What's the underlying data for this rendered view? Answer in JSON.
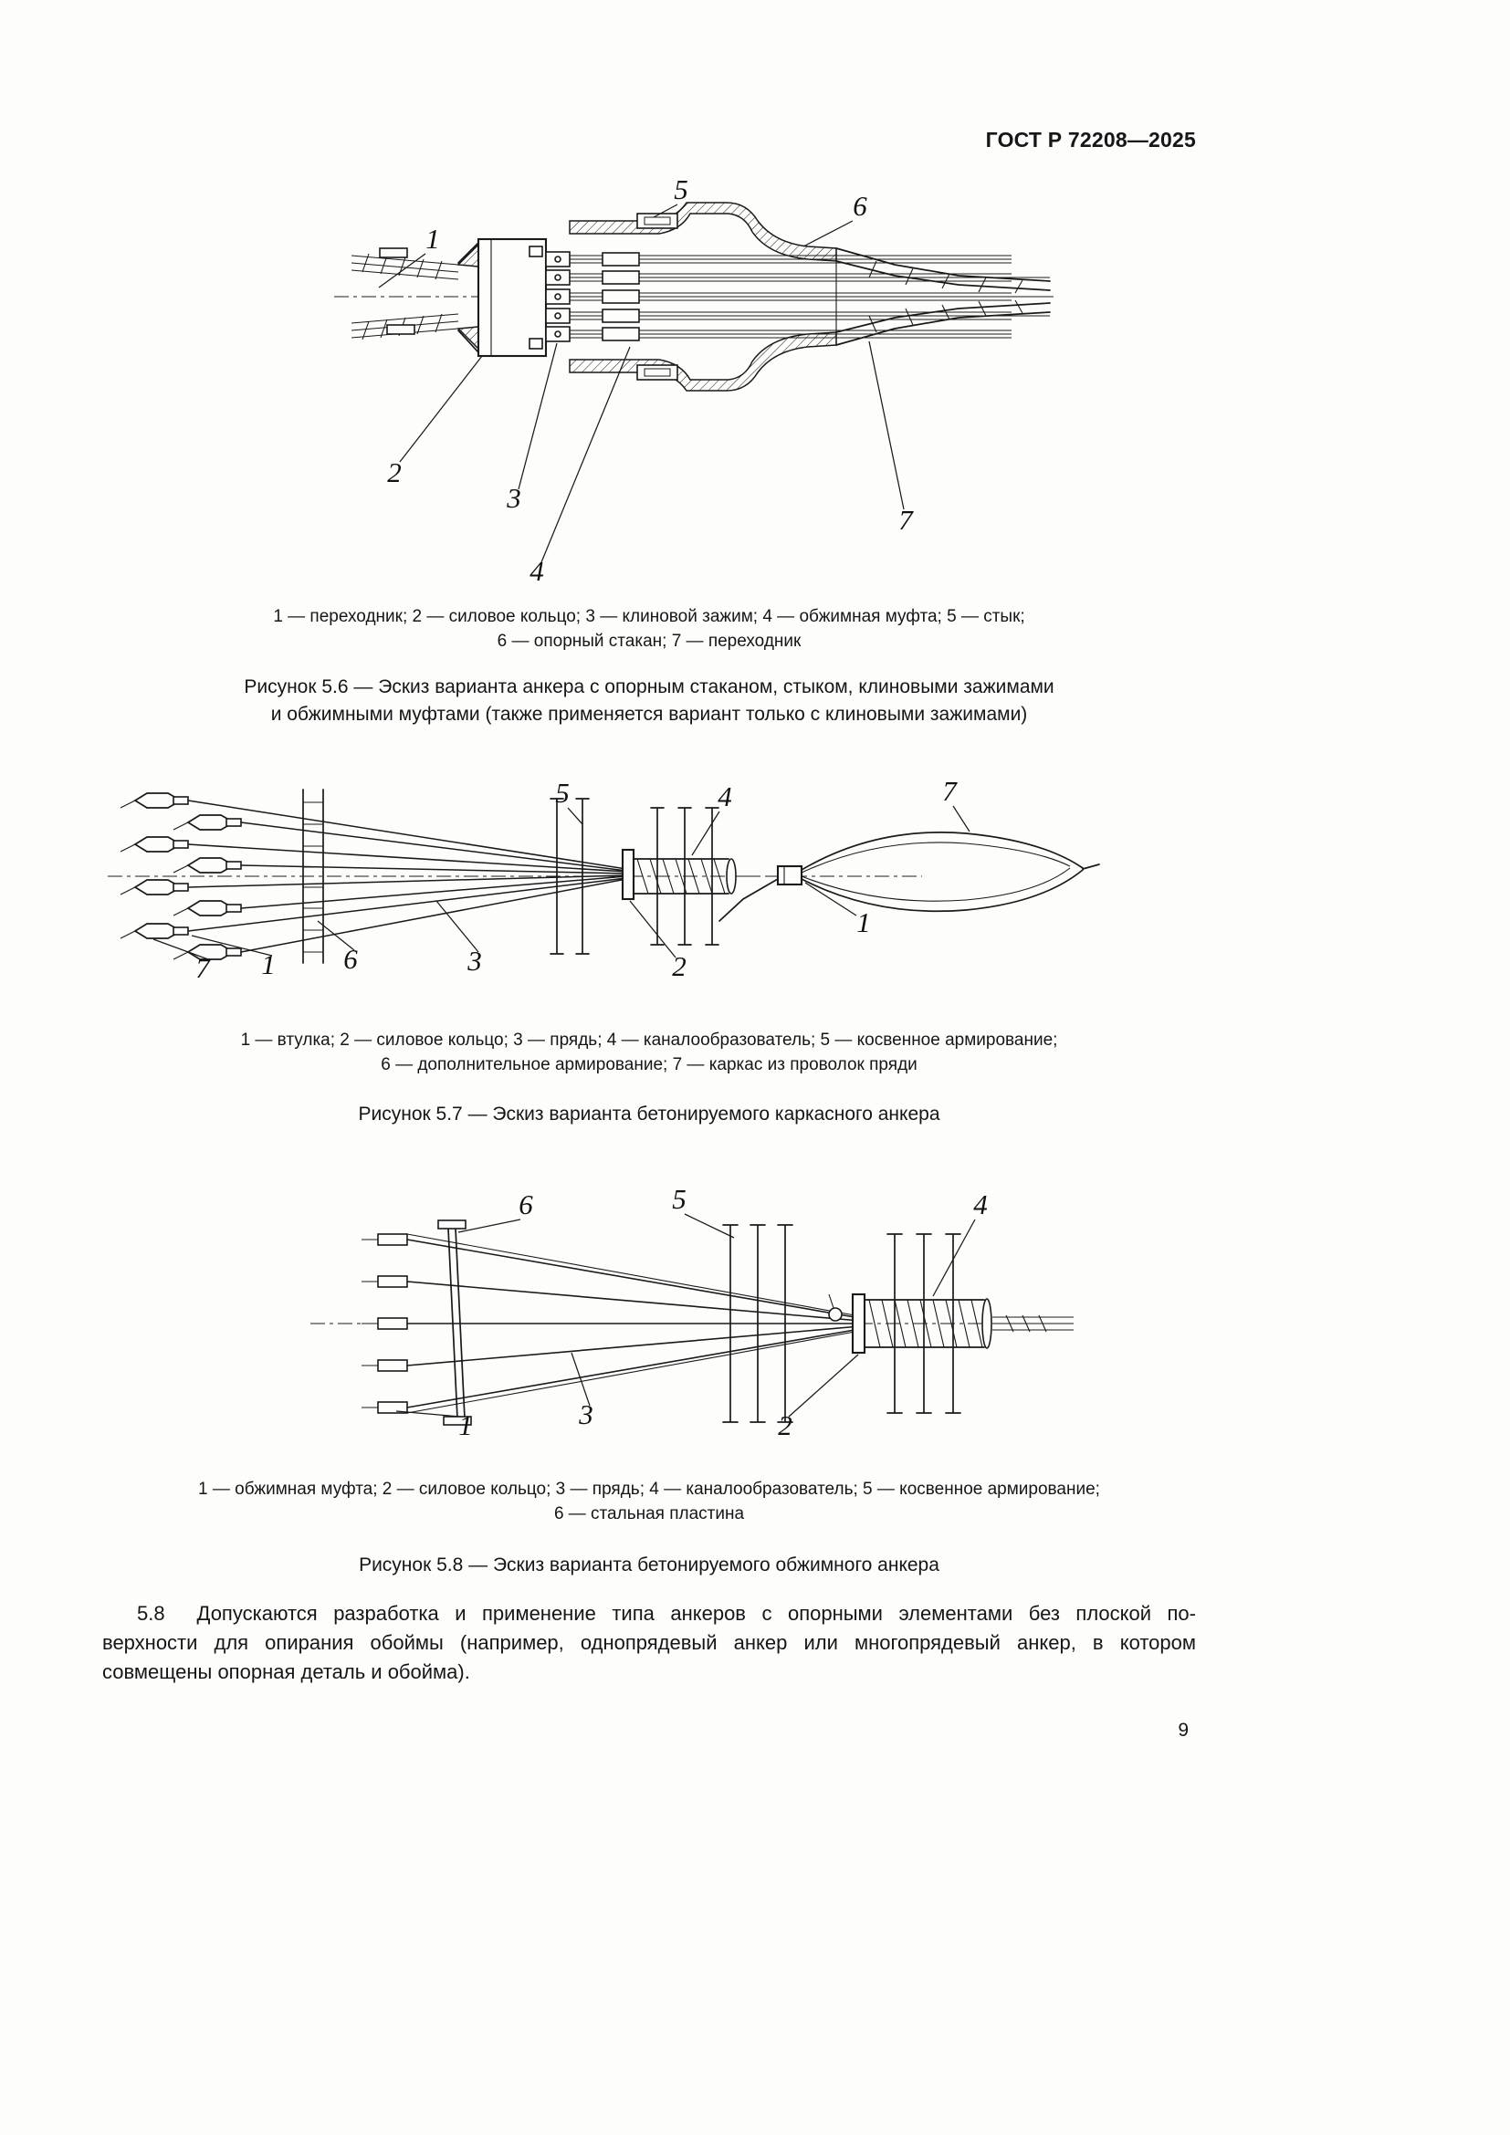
{
  "header": {
    "standard_code": "ГОСТ Р 72208—2025"
  },
  "figures": {
    "fig56": {
      "callouts": [
        "1",
        "2",
        "3",
        "4",
        "5",
        "6",
        "7"
      ],
      "legend": [
        "1 — переходник; 2 — силовое кольцо; 3 — клиновой зажим; 4 — обжимная муфта; 5 — стык;",
        "6 — опорный стакан; 7 — переходник"
      ],
      "caption": [
        "Рисунок 5.6 — Эскиз варианта анкера с опорным стаканом, стыком, клиновыми зажимами",
        "и обжимными муфтами (также применяется вариант только с клиновыми зажимами)"
      ]
    },
    "fig57": {
      "callouts": [
        "1",
        "2",
        "3",
        "4",
        "5",
        "6",
        "7"
      ],
      "legend": [
        "1 — втулка; 2 — силовое кольцо; 3 — прядь; 4 — каналообразователь; 5 — косвенное армирование;",
        "6 — дополнительное армирование; 7 — каркас из проволок пряди"
      ],
      "caption": [
        "Рисунок 5.7 — Эскиз варианта бетонируемого каркасного анкера"
      ]
    },
    "fig58": {
      "callouts": [
        "1",
        "2",
        "3",
        "4",
        "5",
        "6"
      ],
      "legend": [
        "1 — обжимная муфта; 2 — силовое кольцо; 3 — прядь; 4 — каналообразователь; 5 — косвенное армирование;",
        "6 — стальная пластина"
      ],
      "caption": [
        "Рисунок 5.8 — Эскиз варианта бетонируемого обжимного анкера"
      ]
    }
  },
  "paragraph_5_8": {
    "lines": [
      "5.8  Допускаются разработка и применение типа анкеров с опорными элементами без плоской по-",
      "верхности для опирания обоймы (например, однопрядевый анкер или многопрядевый анкер, в котором",
      "совмещены опорная деталь и обойма)."
    ]
  },
  "footer": {
    "page_number": "9"
  }
}
